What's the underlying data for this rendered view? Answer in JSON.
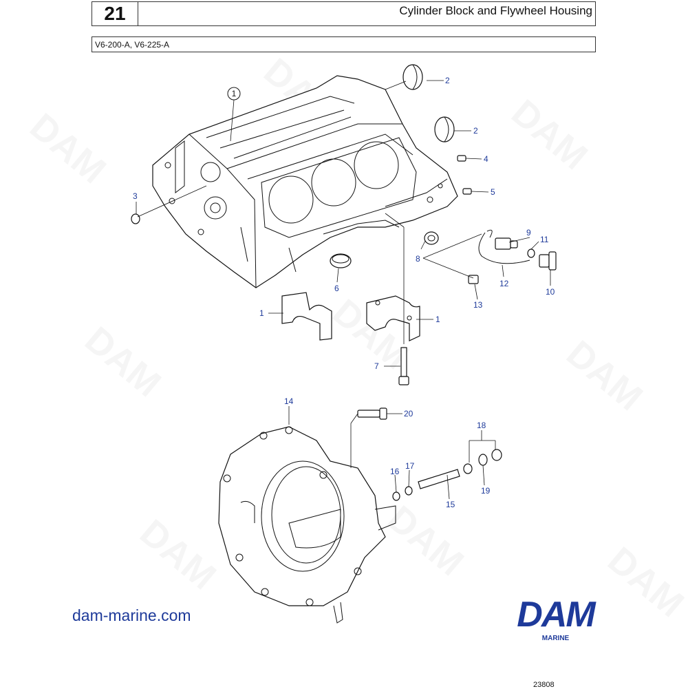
{
  "header": {
    "page_number": "21",
    "title": "Cylinder Block and Flywheel Housing",
    "models": "V6-200-A, V6-225-A"
  },
  "callouts": [
    {
      "id": "c1a",
      "label": "1"
    },
    {
      "id": "c2a",
      "label": "2"
    },
    {
      "id": "c2b",
      "label": "2"
    },
    {
      "id": "c3",
      "label": "3"
    },
    {
      "id": "c4",
      "label": "4"
    },
    {
      "id": "c5",
      "label": "5"
    },
    {
      "id": "c6",
      "label": "6"
    },
    {
      "id": "c1b",
      "label": "1"
    },
    {
      "id": "c1c",
      "label": "1"
    },
    {
      "id": "c7",
      "label": "7"
    },
    {
      "id": "c8",
      "label": "8"
    },
    {
      "id": "c9",
      "label": "9"
    },
    {
      "id": "c10",
      "label": "10"
    },
    {
      "id": "c11",
      "label": "11"
    },
    {
      "id": "c12",
      "label": "12"
    },
    {
      "id": "c13",
      "label": "13"
    },
    {
      "id": "c14",
      "label": "14"
    },
    {
      "id": "c15",
      "label": "15"
    },
    {
      "id": "c16",
      "label": "16"
    },
    {
      "id": "c17",
      "label": "17"
    },
    {
      "id": "c18",
      "label": "18"
    },
    {
      "id": "c19",
      "label": "19"
    },
    {
      "id": "c20",
      "label": "20"
    }
  ],
  "watermark": "DAM",
  "footer": {
    "website": "dam-marine.com",
    "brand": "DAM",
    "brand_sub": "MARINE",
    "drawing_number": "23808"
  },
  "colors": {
    "callout_blue": "#1e3a9a",
    "brand_blue": "#1e3a9a"
  }
}
